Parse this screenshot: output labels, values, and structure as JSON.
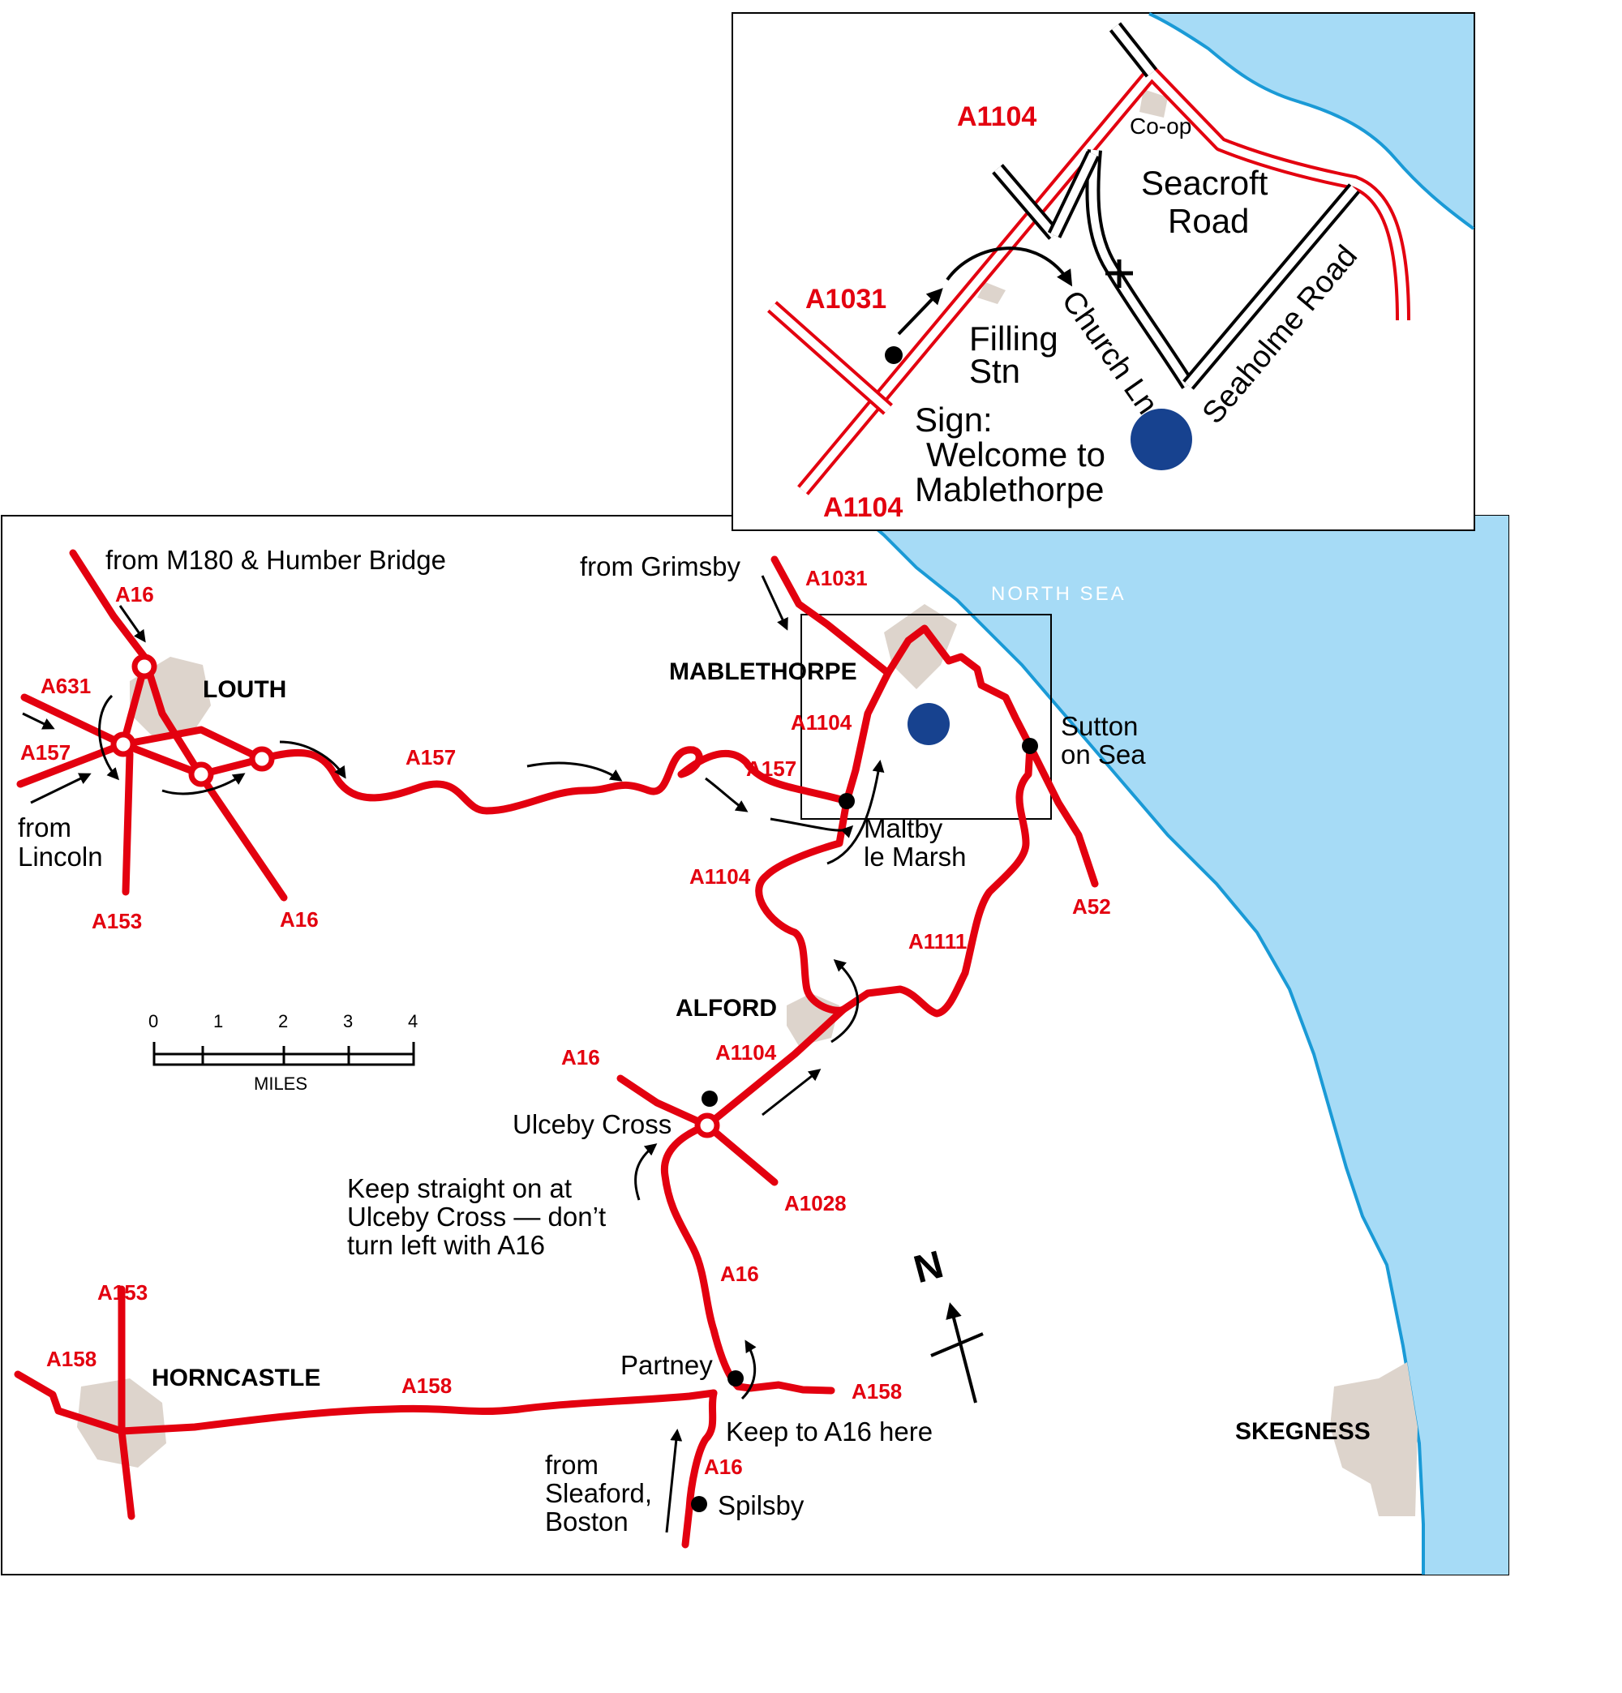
{
  "colors": {
    "road": "#e3000f",
    "sea": "#a6dbf6",
    "coast": "#1a9ad6",
    "town": "#ddd4cc",
    "marker": "#17428f"
  },
  "main": {
    "sea_label": "NORTH SEA",
    "towns": {
      "louth": "LOUTH",
      "mablethorpe": "MABLETHORPE",
      "alford": "ALFORD",
      "horncastle": "HORNCASTLE",
      "skegness": "SKEGNESS"
    },
    "roads": {
      "a16_north": "A16",
      "a631": "A631",
      "a157_west": "A157",
      "a153_louth": "A153",
      "a16_louth_south": "A16",
      "a157_mid": "A157",
      "a157_east": "A157",
      "a1031": "A1031",
      "a1104_mab": "A1104",
      "a1104_south": "A1104",
      "a1111": "A1111",
      "a52": "A52",
      "a16_ulceby": "A16",
      "a1104_alford": "A1104",
      "a1028": "A1028",
      "a16_partney": "A16",
      "a153_horn": "A153",
      "a158_west": "A158",
      "a158_mid": "A158",
      "a158_east": "A158",
      "a16_spilsby": "A16"
    },
    "labels": {
      "from_m180": "from M180 & Humber Bridge",
      "from_grimsby": "from Grimsby",
      "from_lincoln_1": "from",
      "from_lincoln_2": "Lincoln",
      "sutton_1": "Sutton",
      "sutton_2": "on Sea",
      "maltby_1": "Maltby",
      "maltby_2": "le Marsh",
      "ulceby": "Ulceby Cross",
      "keep_1": "Keep straight on at",
      "keep_2": "Ulceby Cross — don’t",
      "keep_3": "turn left with A16",
      "partney": "Partney",
      "keep_a16": "Keep to A16 here",
      "from_sleaford_1": "from",
      "from_sleaford_2": "Sleaford,",
      "from_sleaford_3": "Boston",
      "spilsby": "Spilsby"
    },
    "scale": {
      "ticks": [
        "0",
        "1",
        "2",
        "3",
        "4"
      ],
      "unit": "MILES"
    },
    "north": "N"
  },
  "inset": {
    "roads": {
      "a1104_top": "A1104",
      "a1031": "A1031",
      "a1104_bottom": "A1104"
    },
    "labels": {
      "coop": "Co-op",
      "seacroft_1": "Seacroft",
      "seacroft_2": "Road",
      "filling_1": "Filling",
      "filling_2": "Stn",
      "church_ln": "Church Ln",
      "seaholme": "Seaholme Road",
      "sign_1": "Sign:",
      "sign_2": "Welcome to",
      "sign_3": "Mablethorpe"
    }
  }
}
